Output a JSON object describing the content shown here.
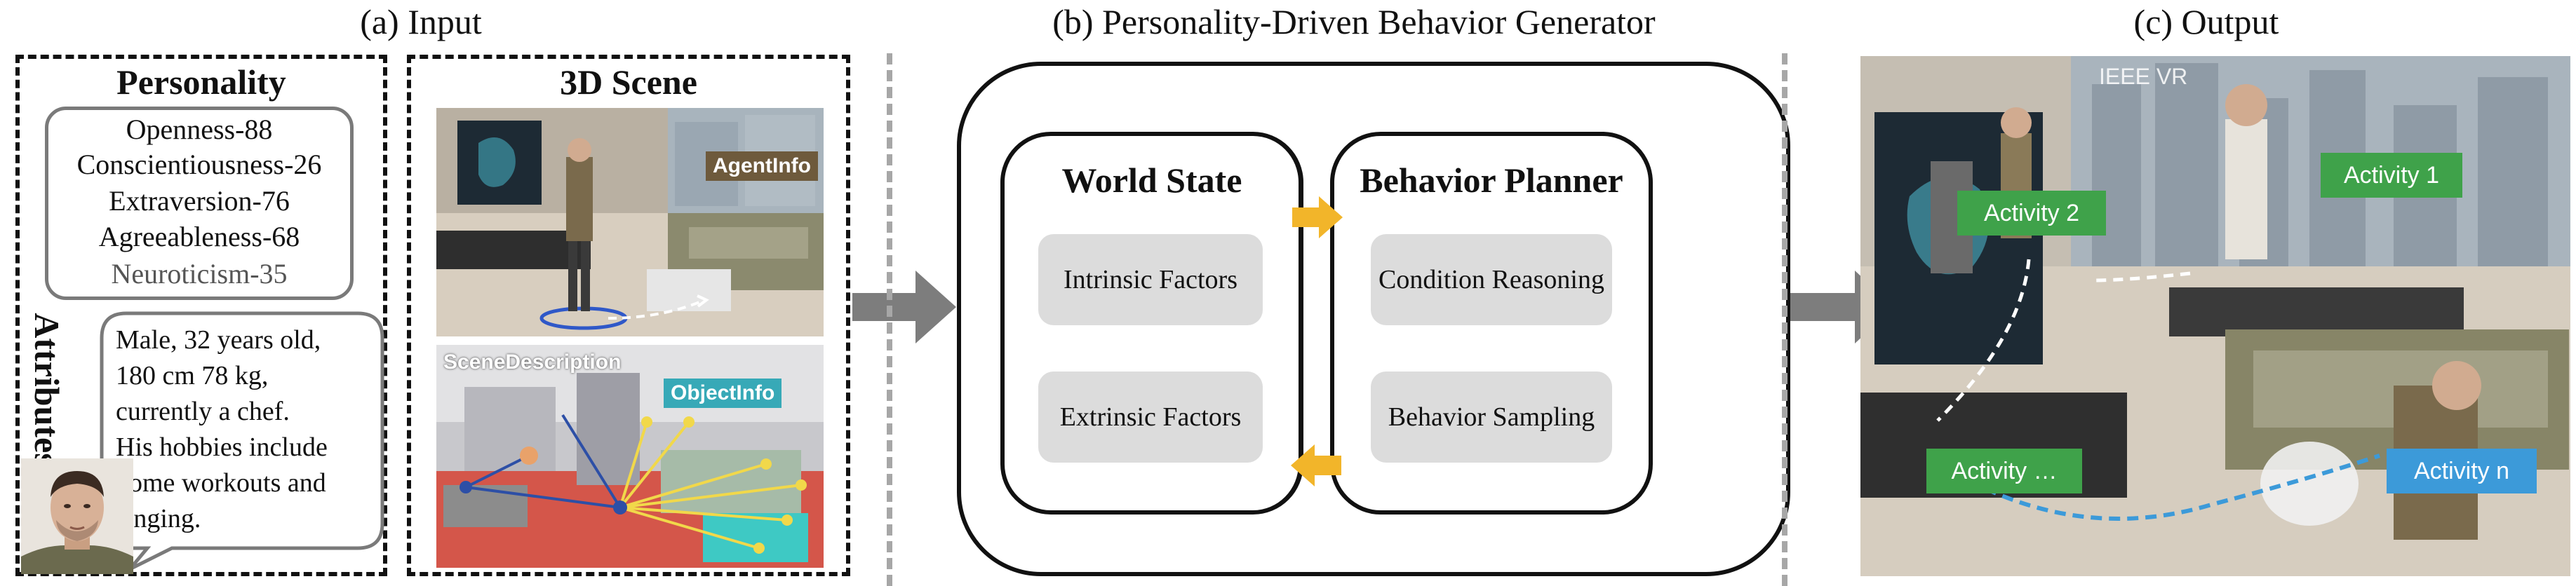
{
  "sections": {
    "input": "(a) Input",
    "generator": "(b) Personality-Driven Behavior Generator",
    "output": "(c) Output"
  },
  "personality": {
    "title": "Personality",
    "traits": [
      "Openness-88",
      "Conscientiousness-26",
      "Extraversion-76",
      "Agreeableness-68",
      "Neuroticism-35"
    ]
  },
  "attributes": {
    "title": "Attributes",
    "lines": [
      "Male, 32 years old,",
      "180 cm 78 kg,",
      "currently a chef.",
      "His hobbies include",
      "home workouts and",
      "singing."
    ]
  },
  "scene": {
    "title": "3D Scene",
    "agent_info": "AgentInfo",
    "scene_description": "SceneDescription",
    "object_info": "ObjectInfo"
  },
  "world_state": {
    "title": "World State",
    "factors": [
      "Intrinsic Factors",
      "Extrinsic Factors"
    ]
  },
  "behavior_planner": {
    "title": "Behavior Planner",
    "steps": [
      "Condition Reasoning",
      "Behavior Sampling"
    ]
  },
  "activities": {
    "a1": "Activity 1",
    "a2": "Activity 2",
    "a3": "Activity …",
    "an": "Activity n"
  },
  "overlay_watermark": "IEEE VR",
  "colors": {
    "flow_arrow": "#7d7d7d",
    "exchange_arrow": "#f2b52a",
    "activity_green": "#3fa24a",
    "activity_blue": "#3c9ad9",
    "factor_fill": "#dcdcdc",
    "agent_info_tag": "#6e5a3c",
    "object_info_tag": "#37a9b7"
  }
}
